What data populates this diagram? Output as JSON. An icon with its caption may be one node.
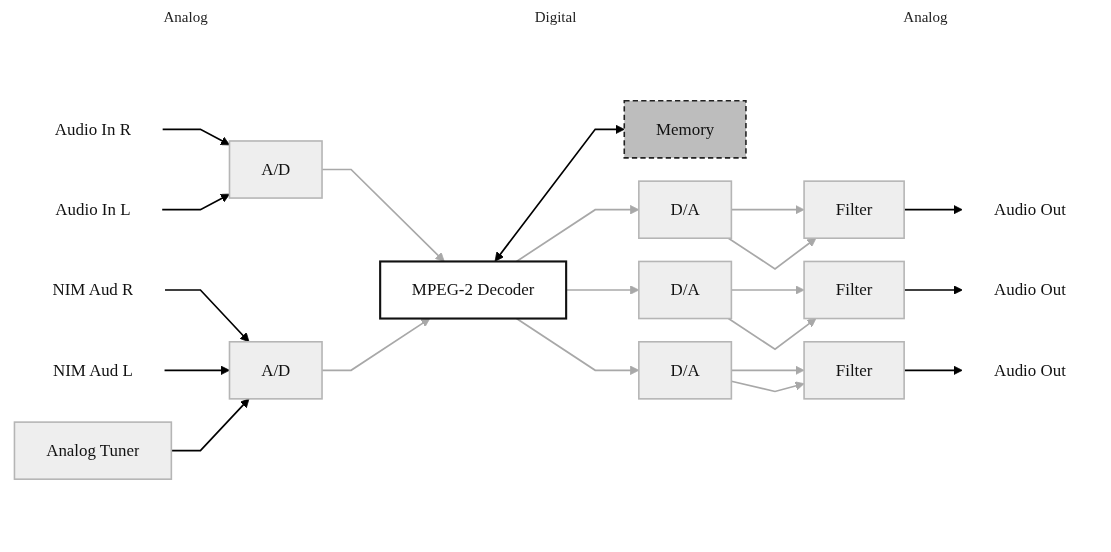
{
  "diagram": {
    "nodes": [
      {
        "text": [
          "Audio In R"
        ]
      },
      {
        "text": [
          "Audio In L"
        ]
      },
      {
        "text": [
          "NIM Aud R"
        ]
      },
      {
        "text": [
          "NIM Aud L"
        ]
      },
      {
        "text": [
          "A/D"
        ]
      },
      {
        "text": [
          "A/D"
        ]
      },
      {
        "text": [
          "Analog Tuner"
        ]
      },
      {
        "text": [
          "MPEG-2 Decoder"
        ]
      },
      {
        "text": [
          "Memory"
        ]
      },
      {
        "text": [
          "D/A"
        ]
      },
      {
        "text": [
          "D/A"
        ]
      },
      {
        "text": [
          "D/A"
        ]
      },
      {
        "text": [
          "Filter"
        ]
      },
      {
        "text": [
          "Filter"
        ]
      },
      {
        "text": [
          "Filter"
        ]
      },
      {
        "text": [
          "Audio Out"
        ]
      },
      {
        "text": [
          "Audio Out"
        ]
      },
      {
        "text": [
          "Audio Out"
        ]
      }
    ],
    "edges": [
      {
        "from": 0,
        "to": 4,
        "arrow": "to",
        "color": "#000000"
      },
      {
        "from": 1,
        "to": 4,
        "arrow": "to",
        "color": "#000000"
      },
      {
        "from": 2,
        "to": 5,
        "arrow": "to",
        "color": "#000000"
      },
      {
        "from": 3,
        "to": 5,
        "arrow": "to",
        "color": "#000000"
      },
      {
        "from": 6,
        "to": 5,
        "arrow": "to",
        "color": "#000000"
      },
      {
        "from": 4,
        "to": 7,
        "arrow": "to"
      },
      {
        "from": 5,
        "to": 7,
        "arrow": "to"
      },
      {
        "from": 7,
        "to": 8,
        "arrow": "both",
        "color": "#000000"
      },
      {
        "from": 7,
        "to": 9,
        "arrow": "to"
      },
      {
        "from": 7,
        "to": 10,
        "arrow": "to"
      },
      {
        "from": 7,
        "to": 11,
        "arrow": "to"
      },
      {
        "from": 9,
        "to": 12,
        "arrow": "to"
      },
      {
        "from": 9,
        "to": 12,
        "arrow": "to"
      },
      {
        "from": 10,
        "to": 13,
        "arrow": "to"
      },
      {
        "from": 10,
        "to": 13,
        "arrow": "to"
      },
      {
        "from": 11,
        "to": 14,
        "arrow": "to"
      },
      {
        "from": 11,
        "to": 14,
        "arrow": "to"
      },
      {
        "from": 12,
        "to": 15,
        "arrow": "to",
        "color": "#000000"
      },
      {
        "from": 13,
        "to": 16,
        "arrow": "to",
        "color": "#000000"
      },
      {
        "from": 14,
        "to": 17,
        "arrow": "to",
        "color": "#000000"
      }
    ],
    "labels": [
      "Analog",
      "Digital",
      "Analog"
    ]
  }
}
